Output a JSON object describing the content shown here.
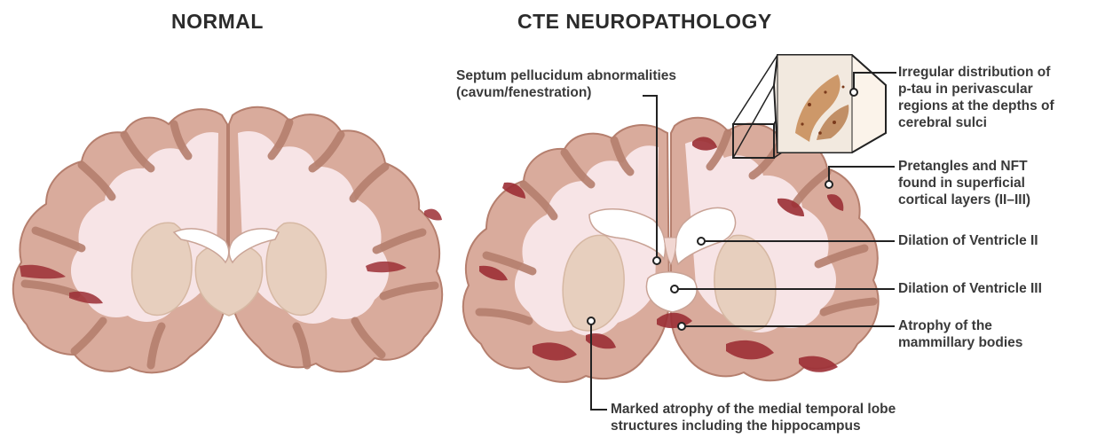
{
  "titles": {
    "normal": "NORMAL",
    "cte": "CTE NEUROPATHOLOGY"
  },
  "labels": {
    "septum": [
      "Septum pellucidum abnormalities",
      "(cavum/fenestration)"
    ],
    "ptau": [
      "Irregular distribution of",
      "p-tau in perivascular",
      "regions at the depths of",
      "cerebral sulci"
    ],
    "pretangles": [
      "Pretangles and NFT",
      "found in superficial",
      "cortical layers (II–III)"
    ],
    "ventricle2": [
      "Dilation of Ventricle II"
    ],
    "ventricle3": [
      "Dilation of Ventricle III"
    ],
    "mammillary": [
      "Atrophy of the",
      "mammillary bodies"
    ],
    "temporal": [
      "Marked atrophy of the medial temporal lobe",
      "structures including the hippocampus"
    ]
  },
  "colors": {
    "cortex": "#d9ab9c",
    "cortex_edge": "#b57f6e",
    "white_matter": "#f7e4e6",
    "deep_nuclei": "#e7cfbe",
    "lesion": "#9c2f35",
    "leader": "#222222"
  }
}
